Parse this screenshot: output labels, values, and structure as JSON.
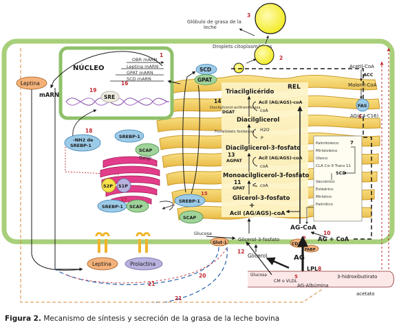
{
  "caption": {
    "label": "Figura 2.",
    "text": " Mecanismo de síntesis y secreción de la grasa de la leche bovina"
  },
  "labels": {
    "globulo": [
      "Glóbulo de grasa de la",
      "leche"
    ],
    "droplets": "Droplets citoplasmáticos",
    "nucleo": "NÚCLEO",
    "rel": "REL",
    "golgi": "Golgi",
    "marn": "mARN",
    "leptina_top": "Leptina",
    "srebp_nh2": [
      "-NH2 de",
      "SREBP-1"
    ],
    "srebp1_a": "SREBP-1",
    "srebp1_b": "SREBP-1",
    "srebp1_c": "SREBP-1",
    "scap_a": "SCAP",
    "scap_b": "SCAP",
    "scap_c": "SCAP",
    "s2p": "S2P",
    "s1p": "S1P",
    "sre": "SRE",
    "scd": "SCD",
    "gpat": "GPAT",
    "obr_marn": "OBR mARN",
    "leptina_marn": "Leptina mARN",
    "gpat_marn": "GPAT mARN",
    "scd_marn": "SCD mARN",
    "trigliceridos": "Triacilglicérido",
    "acil1": "Acil (AG/AGS)-coA",
    "coa1": "coA",
    "dgat_1": "Diacilglicerol-aciltransferasa",
    "dgat_2": "DGAT",
    "diacilglicerol": "Diacilglicerol",
    "fosfatidato": "Fosfatidato fosfatasa",
    "h2o": "H2O",
    "p": "P",
    "diacil3f": "Diacilglicerol-3-fosfato",
    "agpat": "AGPAT",
    "acil2": "Acil (AG/AGS)-coA",
    "coa2": "coA",
    "monoacil": "Monoacilglicerol-3-fosfato",
    "gpat2": "GPAT",
    "coa3": "coA",
    "glicerol3f": "Glicerol-3-fosfato",
    "plus": "+",
    "acil3": "Acil (AG/AGS)-coA",
    "acetil": "Acetil-CoA",
    "acc": "ACC",
    "malonil": "Malonil-CoA",
    "fas": "FAS",
    "ag_c4": "AG(C4-C16)",
    "palmitoleico": "Palmitoleico",
    "miristoleico": "Miristoleico",
    "oleico": "Oleico",
    "cla": "CLA Cis 9 Trans 11",
    "scd2": "SCD",
    "vaccenico": "Vaccénico",
    "esteárico": "Esteárico",
    "miristico": "Miristico",
    "palmitico": "Palmítico",
    "ag_coa": "AG-CoA",
    "ag_coa2": "AG + CoA",
    "cd36": "CD36",
    "fabp": "FABP",
    "ag": "AG",
    "lpl": "LPL",
    "glucosa": "Glucosa",
    "glut1": "Glut-1",
    "glicerol3f_b": "Glicerol-3-fosfato",
    "glicerol": "Glicerol",
    "glucosa2": "Glucosa",
    "cm_vldl": "CM o VLDL",
    "ag_albumina": "AG-Albúmina",
    "hidroxibutirato": "3-hidroxibutirato",
    "acetato": "acetato",
    "leptina_rec": "Leptina",
    "prolactina_rec": "Prolactina"
  },
  "numbers": {
    "n1": "1",
    "n2": "2",
    "n3": "3",
    "n5": "5",
    "n6": "6",
    "n7": "7",
    "n8": "8",
    "n10": "10",
    "n11": "11",
    "n12": "12",
    "n13": "13",
    "n14": "14",
    "n15": "15",
    "n16": "16",
    "n17": "17",
    "n18": "18",
    "n19": "19",
    "n20": "20",
    "n21a": "21",
    "n21b": "21"
  },
  "colors": {
    "cell_membrane": "#a8cf7a",
    "nucleus_border": "#8fc06a",
    "er_fill": "#f5d062",
    "er_edge": "#c99a2a",
    "golgi_fill": "#e23d8a",
    "droplet": "#f7f23a",
    "blue_protein": "#9ccbe8",
    "green_protein": "#9fd39a",
    "leptina_fill": "#f4b27a",
    "lilac": "#b8b2de",
    "red_number": "#c0262f"
  }
}
